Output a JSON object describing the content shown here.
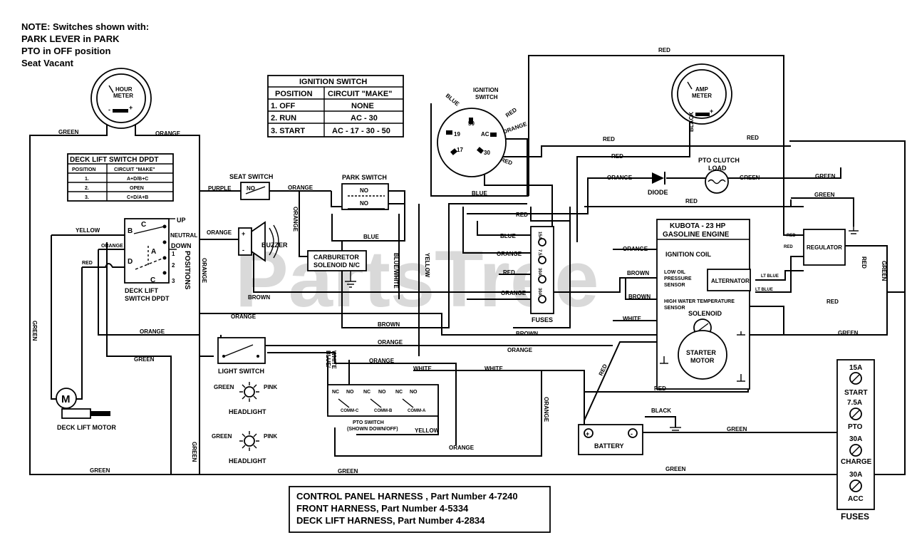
{
  "note": {
    "line1": "NOTE: Switches shown with:",
    "line2": "PARK LEVER in PARK",
    "line3": "PTO in OFF position",
    "line4": "Seat Vacant"
  },
  "watermark": "PartsTree",
  "watermark_tm": "™",
  "hour_meter": {
    "label1": "HOUR",
    "label2": "METER",
    "minus": "-",
    "plus": "+"
  },
  "amp_meter": {
    "label1": "AMP",
    "label2": "METER",
    "minus": "-",
    "plus": "+"
  },
  "ignition_table": {
    "title": "IGNITION SWITCH",
    "headers": [
      "POSITION",
      "CIRCUIT \"MAKE\""
    ],
    "rows": [
      [
        "1.  OFF",
        "NONE"
      ],
      [
        "2.  RUN",
        "AC - 30"
      ],
      [
        "3.  START",
        "AC - 17 - 30 - 50"
      ]
    ]
  },
  "deck_table": {
    "title": "DECK LIFT SWITCH DPDT",
    "headers": [
      "POSITION",
      "CIRCUIT \"MAKE\""
    ],
    "rows": [
      [
        "1.",
        "A+D/B+C"
      ],
      [
        "2.",
        "OPEN"
      ],
      [
        "3.",
        "C+D/A+B"
      ]
    ]
  },
  "ignition_switch": {
    "label1": "IGNITION",
    "label2": "SWITCH",
    "t50": "50",
    "t19": "19",
    "tac": "AC",
    "t17": "17",
    "t30": "30"
  },
  "deck_switch": {
    "up": "UP",
    "neutral": "NEUTRAL",
    "down": "DOWN",
    "positions": "POSITIONS",
    "p1": "1",
    "p2": "2",
    "p3": "3",
    "a": "A",
    "b": "B",
    "c": "C",
    "d": "D",
    "label1": "DECK LIFT",
    "label2": "SWITCH DPDT"
  },
  "components": {
    "seat_switch": "SEAT SWITCH",
    "seat_no": "NO",
    "park_switch": "PARK SWITCH",
    "park_no1": "NO",
    "park_no2": "NO",
    "buzzer": "BUZZER",
    "carb1": "CARBURETOR",
    "carb2": "SOLENOID N/C",
    "light_switch": "LIGHT SWITCH",
    "headlight1": "HEADLIGHT",
    "headlight2": "HEADLIGHT",
    "deck_motor": "DECK LIFT MOTOR",
    "motor_m": "M",
    "pto_switch1": "PTO SWITCH",
    "pto_switch2": "(SHOWN DOWN/OFF)",
    "comm_c": "COMM-C",
    "comm_b": "COMM-B",
    "comm_a": "COMM-A",
    "nc": "NC",
    "no": "NO",
    "fuses_label": "FUSES",
    "fuse_15a": "15A",
    "fuse_75a": "7.5A",
    "fuse_30a1": "30A",
    "fuse_30a2": "30A",
    "diode": "DIODE",
    "pto_clutch1": "PTO CLUTCH",
    "pto_clutch2": "LOAD",
    "engine1": "KUBOTA - 23 HP",
    "engine2": "GASOLINE ENGINE",
    "ign_coil": "IGNITION COIL",
    "oil1": "LOW OIL",
    "oil2": "PRESSURE",
    "oil3": "SENSOR",
    "water1": "HIGH WATER TEMPERATURE",
    "water2": "SENSOR",
    "alternator": "ALTERNATOR",
    "solenoid": "SOLENOID",
    "starter1": "STARTER",
    "starter2": "MOTOR",
    "regulator": "REGULATOR",
    "battery": "BATTERY",
    "bat_plus": "+",
    "bat_minus": "-"
  },
  "fuse_panel": {
    "title": "FUSES",
    "items": [
      {
        "rating": "15A",
        "name": "START"
      },
      {
        "rating": "7.5A",
        "name": "PTO"
      },
      {
        "rating": "30A",
        "name": "CHARGE"
      },
      {
        "rating": "30A",
        "name": "ACC"
      }
    ]
  },
  "harness": {
    "line1": "CONTROL PANEL HARNESS , Part Number  4-7240",
    "line2": "FRONT HARNESS, Part Number 4-5334",
    "line3": "DECK LIFT HARNESS, Part Number 4-2834"
  },
  "wire_labels": {
    "red": "RED",
    "green": "GREEN",
    "orange": "ORANGE",
    "yellow": "YELLOW",
    "purple": "PURPLE",
    "blue": "BLUE",
    "brown": "BROWN",
    "black": "BLACK",
    "white": "WHITE",
    "pink": "PINK",
    "blue_white": "BLUE/WHITE",
    "blue_slash": "BLUE/",
    "white_part": "WHITE",
    "lt_blue": "LT BLUE"
  }
}
